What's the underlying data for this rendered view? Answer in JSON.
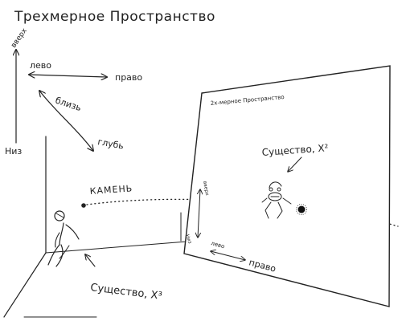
{
  "title": "Трехмерное Пространство",
  "axes": {
    "up": "вверх",
    "down": "Низ",
    "left": "лево",
    "right": "право",
    "near": "близь",
    "far": "глубь"
  },
  "stone_label": "КАМЕНЬ",
  "creature_3d_label": "Существо, Х³",
  "panel": {
    "title": "2х-мерное Пространство",
    "up": "вверх",
    "down": "Низ",
    "left": "лево",
    "right": "право",
    "creature_label": "Существо, Х²"
  },
  "colors": {
    "ink": "#222222",
    "paper": "#ffffff"
  }
}
